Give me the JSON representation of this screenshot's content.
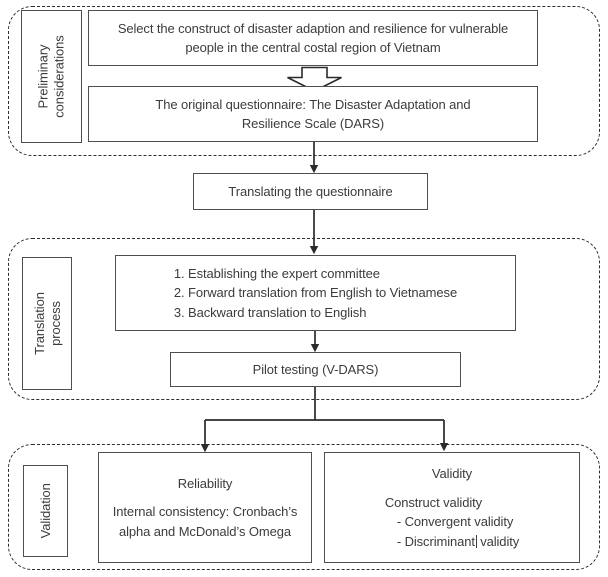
{
  "figure": {
    "type": "flowchart",
    "background_color": "#ffffff",
    "box_border_color": "#4f4f4f",
    "dashed_border_color": "#2d2d2d",
    "text_color": "#3c3c3c",
    "arrow_color": "#2b2b2b",
    "icons": {
      "block_arrow": "hollow-down-block-arrow",
      "connector_arrows": "solid-down-arrow"
    }
  },
  "sections": [
    {
      "name": "preliminary-considerations",
      "label_lines": [
        "Preliminary",
        "considerations"
      ],
      "boxes": [
        {
          "lines": [
            "Select the construct of disaster adaption and resilience for vulnerable",
            "people in the central costal region of Vietnam"
          ]
        },
        {
          "lines": [
            "The original questionnaire: The Disaster Adaptation and",
            "Resilience Scale (DARS)"
          ]
        }
      ]
    },
    {
      "name": "translation-process",
      "label_lines": [
        "Translation",
        "process"
      ],
      "boxes": [
        {
          "lines": [
            "1. Establishing the expert committee",
            "2. Forward translation from English to Vietnamese",
            "3. Backward translation to English"
          ]
        },
        {
          "lines": [
            "Pilot testing (V-DARS)"
          ]
        }
      ]
    },
    {
      "name": "validation",
      "label_lines": [
        "Validation"
      ],
      "boxes": [
        {
          "title": "Reliability",
          "lines": [
            "Internal consistency: Cronbach’s",
            "alpha and McDonald’s Omega"
          ]
        },
        {
          "title": "Validity",
          "lines": [
            "Construct validity",
            "- Convergent validity"
          ],
          "cursor_line": {
            "before": "- Discriminant",
            "after": "validity"
          }
        }
      ]
    }
  ],
  "translating_box": {
    "text": "Translating the questionnaire"
  }
}
